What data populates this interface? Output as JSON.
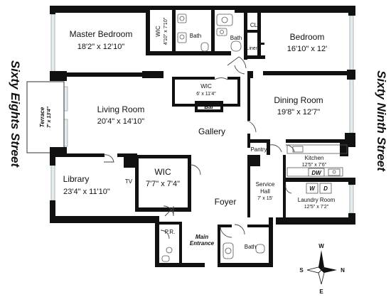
{
  "rooms": {
    "master_bedroom": {
      "name": "Master Bedroom",
      "dims": "18'2\" x 12'10\""
    },
    "wic_top": {
      "name": "WIC",
      "dims": "4'10\" x 7'10\""
    },
    "bath_top_left": {
      "name": "Bath"
    },
    "bath_top_right": {
      "name": "Bath"
    },
    "closet": {
      "name": "CL"
    },
    "linen": {
      "name": "Linen"
    },
    "bedroom": {
      "name": "Bedroom",
      "dims": "16'10\" x 12'"
    },
    "terrace": {
      "name": "Terrace",
      "dims": "7' x 13'4\""
    },
    "living_room": {
      "name": "Living Room",
      "dims": "20'4\" x 14'10\""
    },
    "wic_middle": {
      "name": "WIC",
      "dims": "6' x 11'4\""
    },
    "bar": {
      "name": "Bar"
    },
    "dining_room": {
      "name": "Dining Room",
      "dims": "19'8\" x 12'7\""
    },
    "gallery": {
      "name": "Gallery"
    },
    "pantry": {
      "name": "Pantry"
    },
    "kitchen": {
      "name": "Kitchen",
      "dims": "12'5\" x 7'6\""
    },
    "library": {
      "name": "Library",
      "dims": "23'4\" x 11'10\""
    },
    "tv": {
      "name": "TV"
    },
    "wic_lower": {
      "name": "WIC",
      "dims": "7'7\" x 7'4\""
    },
    "service_hall": {
      "line1": "Service",
      "line2": "Hall",
      "dims": "7' x 15'"
    },
    "laundry_room": {
      "name": "Laundry Room",
      "dims": "12'5\" x 7'2\""
    },
    "foyer": {
      "name": "Foyer"
    },
    "powder_room": {
      "name": "P.R."
    },
    "main_entrance": {
      "line1": "Main",
      "line2": "Entrance"
    },
    "bath_bottom": {
      "name": "Bath"
    }
  },
  "appliances": {
    "dishwasher": "DW",
    "washer": "W",
    "dryer": "D"
  },
  "streets": {
    "left": "Sixty Eights Street",
    "right": "Sixty Ninth Street"
  },
  "compass": {
    "north": "N",
    "south": "S",
    "east": "E",
    "west": "W"
  },
  "colors": {
    "wall": "#111111",
    "background": "#ffffff",
    "window": "#cfd6d8"
  }
}
